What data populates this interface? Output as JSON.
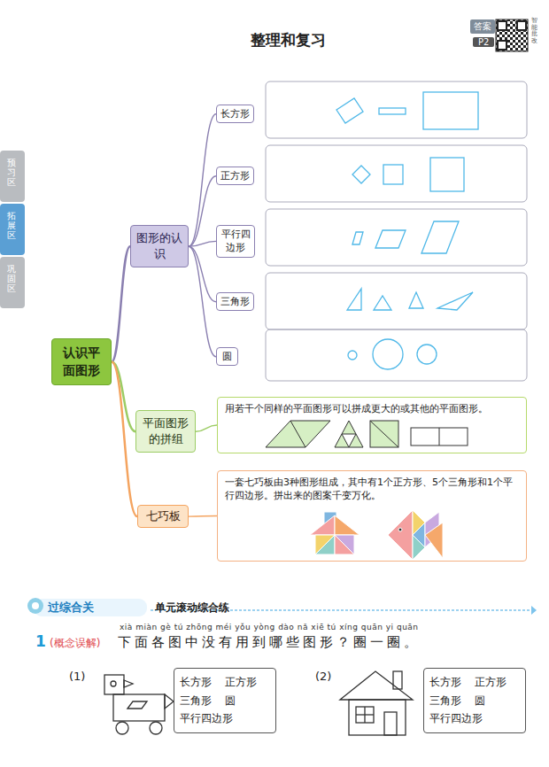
{
  "diagram": {
    "title": "整理和复习",
    "nodes": [
      {
        "text": [
          "认识平面图形"
        ]
      },
      {
        "text": [
          "图形的认识"
        ]
      },
      {
        "text": [
          "长方形"
        ]
      },
      {
        "text": [
          "正方形"
        ]
      },
      {
        "text": [
          "平行四边形"
        ]
      },
      {
        "text": [
          "三角形"
        ]
      },
      {
        "text": [
          "圆"
        ]
      },
      {
        "text": [
          "平面图形的拼组"
        ]
      },
      {
        "text": [
          "用若干个同样的平面图形可以拼成更大的或其他的平面图形。"
        ]
      },
      {
        "text": [
          "七巧板"
        ]
      },
      {
        "text": [
          "一套七巧板由3种图形组成，其中有1个正方形、5个三角形和1个平行四边形。拼出来的图案千变万化。"
        ]
      },
      {
        "text": [
          "长方形",
          "正方形",
          "三角形",
          "圆",
          "平行四边形"
        ]
      },
      {
        "text": [
          "长方形",
          "正方形",
          "三角形",
          "圆",
          "平行四边形"
        ]
      }
    ],
    "edges": [
      {
        "from": 0,
        "to": 1,
        "arrow": "none"
      },
      {
        "from": 1,
        "to": 2,
        "arrow": "none"
      },
      {
        "from": 1,
        "to": 3,
        "arrow": "none"
      },
      {
        "from": 1,
        "to": 4,
        "arrow": "none"
      },
      {
        "from": 1,
        "to": 5,
        "arrow": "none"
      },
      {
        "from": 1,
        "to": 6,
        "arrow": "none"
      },
      {
        "from": 0,
        "to": 7,
        "arrow": "none"
      },
      {
        "from": 7,
        "to": 8,
        "arrow": "none"
      },
      {
        "from": 0,
        "to": 9,
        "arrow": "none"
      },
      {
        "from": 9,
        "to": 10,
        "arrow": "none"
      }
    ],
    "labels": [
      "答案",
      "P2",
      "智能批改",
      "预习区",
      "拓展区",
      "巩固区",
      "过综合关",
      "单元滚动综合练",
      "1",
      "(概念误解)",
      "xià miàn gè tú zhōng méi yǒu yòng dào nǎ xiē tú xíng quān yi quān",
      "下面各图中没有用到哪些图形？圈一圈。",
      "(1)",
      "(2)"
    ]
  }
}
